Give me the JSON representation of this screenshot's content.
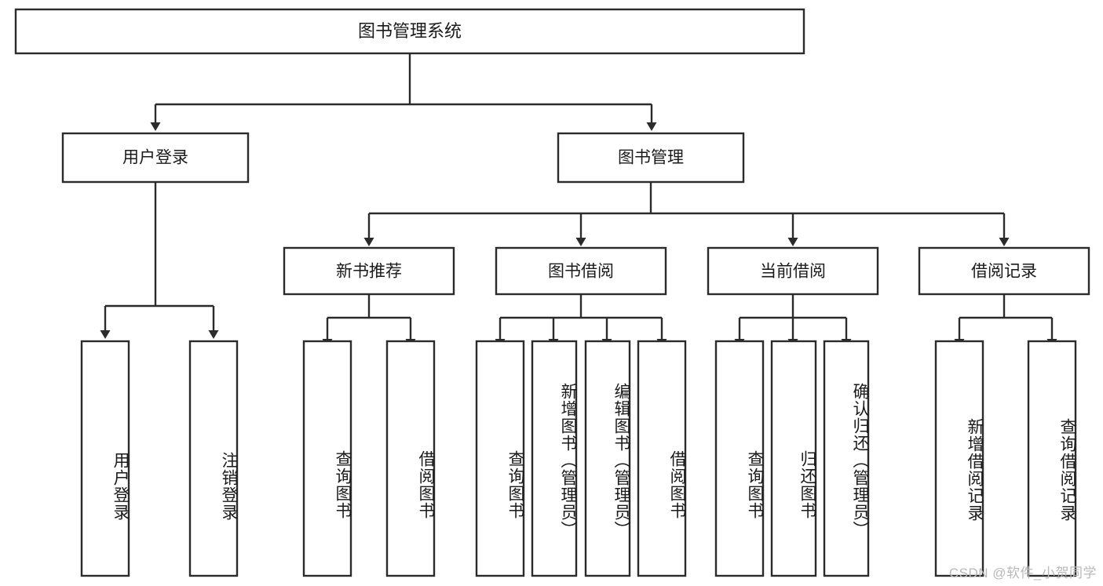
{
  "diagram": {
    "type": "tree",
    "title": "图书管理系统",
    "watermark": "CSDN @软件_小贺同学",
    "colors": {
      "box_stroke": "#2b2b2b",
      "box_fill": "#ffffff",
      "text": "#1a1a1a",
      "background": "#ffffff",
      "watermark": "#b9b9b9"
    },
    "root": {
      "label": "图书管理系统"
    },
    "level2": [
      {
        "label": "用户登录"
      },
      {
        "label": "图书管理"
      }
    ],
    "level3": [
      {
        "label": "新书推荐"
      },
      {
        "label": "图书借阅"
      },
      {
        "label": "当前借阅"
      },
      {
        "label": "借阅记录"
      }
    ],
    "leaves": {
      "user_login": [
        {
          "label": "用户登录"
        },
        {
          "label": "注销登录"
        }
      ],
      "new_book_recommend": [
        {
          "label": "查询图书"
        },
        {
          "label": "借阅图书"
        }
      ],
      "book_borrow": [
        {
          "label": "查询图书"
        },
        {
          "label": "新增图书（管理员）"
        },
        {
          "label": "编辑图书（管理员）"
        },
        {
          "label": "借阅图书"
        }
      ],
      "current_borrow": [
        {
          "label": "查询图书"
        },
        {
          "label": "归还图书"
        },
        {
          "label": "确认归还（管理员）"
        }
      ],
      "borrow_record": [
        {
          "label": "新增借阅记录"
        },
        {
          "label": "查询借阅记录"
        }
      ]
    }
  }
}
